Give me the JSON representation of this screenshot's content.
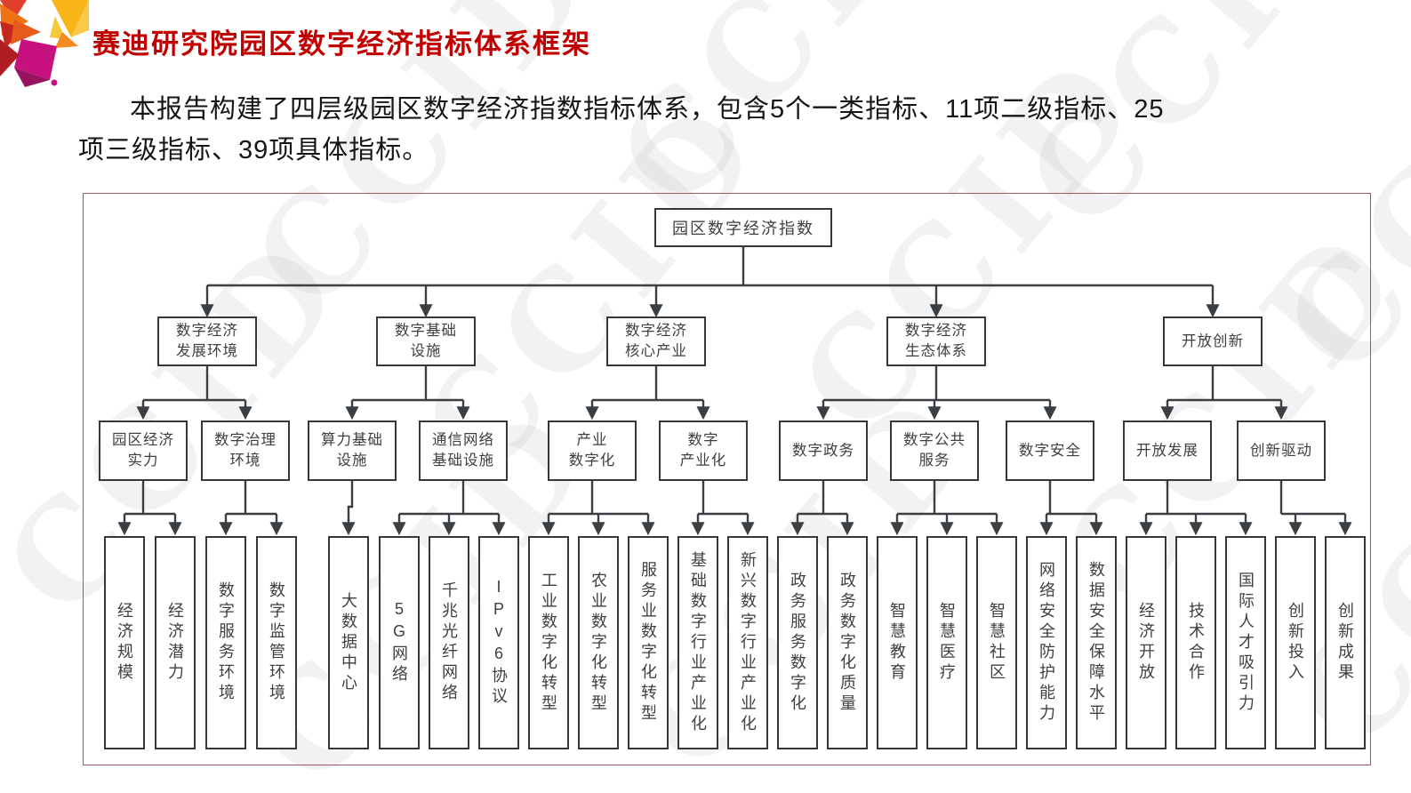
{
  "page": {
    "title": "赛迪研究院园区数字经济指标体系框架",
    "intro": {
      "line1": "本报告构建了四层级园区数字经济指数指标体系，包含5个一类指标、11项二级指标、25",
      "line2": "项三级指标、39项具体指标。"
    },
    "watermark_text": "CCID"
  },
  "colors": {
    "title_red": "#C00000",
    "diagram_border": "#A2585E",
    "node_border": "#34383C",
    "node_text": "#3F3F3F",
    "connector": "#3A3F44",
    "logo_yellow": "#F9B517",
    "logo_orange": "#EE7218",
    "logo_red": "#C3271F",
    "logo_magenta": "#C6117E"
  },
  "tree": {
    "root": {
      "label": "园区数字经济指数"
    },
    "level1": [
      {
        "label": "数字经济发展环境",
        "lines": [
          "数字经济",
          "发展环境"
        ]
      },
      {
        "label": "数字基础设施",
        "lines": [
          "数字基础",
          "设施"
        ]
      },
      {
        "label": "数字经济核心产业",
        "lines": [
          "数字经济",
          "核心产业"
        ]
      },
      {
        "label": "数字经济生态体系",
        "lines": [
          "数字经济",
          "生态体系"
        ]
      },
      {
        "label": "开放创新",
        "lines": [
          "开放创新"
        ]
      }
    ],
    "level2": [
      {
        "label": "园区经济实力",
        "lines": [
          "园区经济",
          "实力"
        ],
        "parent": "数字经济发展环境"
      },
      {
        "label": "数字治理环境",
        "lines": [
          "数字治理",
          "环境"
        ],
        "parent": "数字经济发展环境"
      },
      {
        "label": "算力基础设施",
        "lines": [
          "算力基础",
          "设施"
        ],
        "parent": "数字基础设施"
      },
      {
        "label": "通信网络基础设施",
        "lines": [
          "通信网络",
          "基础设施"
        ],
        "parent": "数字基础设施"
      },
      {
        "label": "产业数字化",
        "lines": [
          "产业",
          "数字化"
        ],
        "parent": "数字经济核心产业"
      },
      {
        "label": "数字产业化",
        "lines": [
          "数字",
          "产业化"
        ],
        "parent": "数字经济核心产业"
      },
      {
        "label": "数字政务",
        "lines": [
          "数字政务"
        ],
        "parent": "数字经济生态体系"
      },
      {
        "label": "数字公共服务",
        "lines": [
          "数字公共",
          "服务"
        ],
        "parent": "数字经济生态体系"
      },
      {
        "label": "数字安全",
        "lines": [
          "数字安全"
        ],
        "parent": "数字经济生态体系"
      },
      {
        "label": "开放发展",
        "lines": [
          "开放发展"
        ],
        "parent": "开放创新"
      },
      {
        "label": "创新驱动",
        "lines": [
          "创新驱动"
        ],
        "parent": "开放创新"
      }
    ],
    "level3": [
      {
        "label": "经济规模",
        "parent": "园区经济实力"
      },
      {
        "label": "经济潜力",
        "parent": "园区经济实力"
      },
      {
        "label": "数字服务环境",
        "parent": "数字治理环境"
      },
      {
        "label": "数字监管环境",
        "parent": "数字治理环境"
      },
      {
        "label": "大数据中心",
        "parent": "算力基础设施"
      },
      {
        "label": "5G网络",
        "parent": "通信网络基础设施"
      },
      {
        "label": "千兆光纤网络",
        "parent": "通信网络基础设施"
      },
      {
        "label": "IPv6协议",
        "parent": "通信网络基础设施"
      },
      {
        "label": "工业数字化转型",
        "parent": "产业数字化"
      },
      {
        "label": "农业数字化转型",
        "parent": "产业数字化"
      },
      {
        "label": "服务业数字化转型",
        "parent": "产业数字化"
      },
      {
        "label": "基础数字行业产业化",
        "parent": "数字产业化"
      },
      {
        "label": "新兴数字行业产业化",
        "parent": "数字产业化"
      },
      {
        "label": "政务服务数字化",
        "parent": "数字政务"
      },
      {
        "label": "政务数字化质量",
        "parent": "数字政务"
      },
      {
        "label": "智慧教育",
        "parent": "数字公共服务"
      },
      {
        "label": "智慧医疗",
        "parent": "数字公共服务"
      },
      {
        "label": "智慧社区",
        "parent": "数字公共服务"
      },
      {
        "label": "网络安全防护能力",
        "parent": "数字安全"
      },
      {
        "label": "数据安全保障水平",
        "parent": "数字安全"
      },
      {
        "label": "经济开放",
        "parent": "开放发展"
      },
      {
        "label": "技术合作",
        "parent": "开放发展"
      },
      {
        "label": "国际人才吸引力",
        "parent": "开放发展"
      },
      {
        "label": "创新投入",
        "parent": "创新驱动"
      },
      {
        "label": "创新成果",
        "parent": "创新驱动"
      }
    ]
  }
}
